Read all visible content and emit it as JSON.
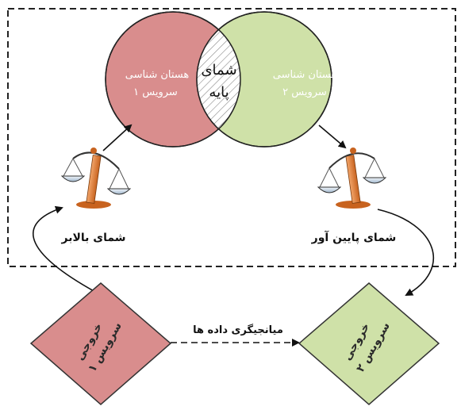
{
  "venn": {
    "left_circle": {
      "line1": "هستان شناسی",
      "line2": "سرویس ۱",
      "fill": "#d98d8d"
    },
    "right_circle": {
      "line1": "هستان شناسی",
      "line2": "سرویس ۲",
      "fill": "#cfe1a8"
    },
    "intersection": {
      "line1": "شمای",
      "line2": "پایه"
    }
  },
  "scales": {
    "left": {
      "label": "شمای بالابر",
      "icon": "balance-scale-icon"
    },
    "right": {
      "label": "شمای پایین آور",
      "icon": "balance-scale-icon"
    }
  },
  "boxes": {
    "left": {
      "line1": "خروجی",
      "line2": "سرویس ۱",
      "fill": "#d98d8d"
    },
    "right": {
      "line1": "خروجی",
      "line2": "سرویس ۲",
      "fill": "#cfe1a8"
    }
  },
  "mediation": {
    "label": "میانجیگری داده ها"
  }
}
